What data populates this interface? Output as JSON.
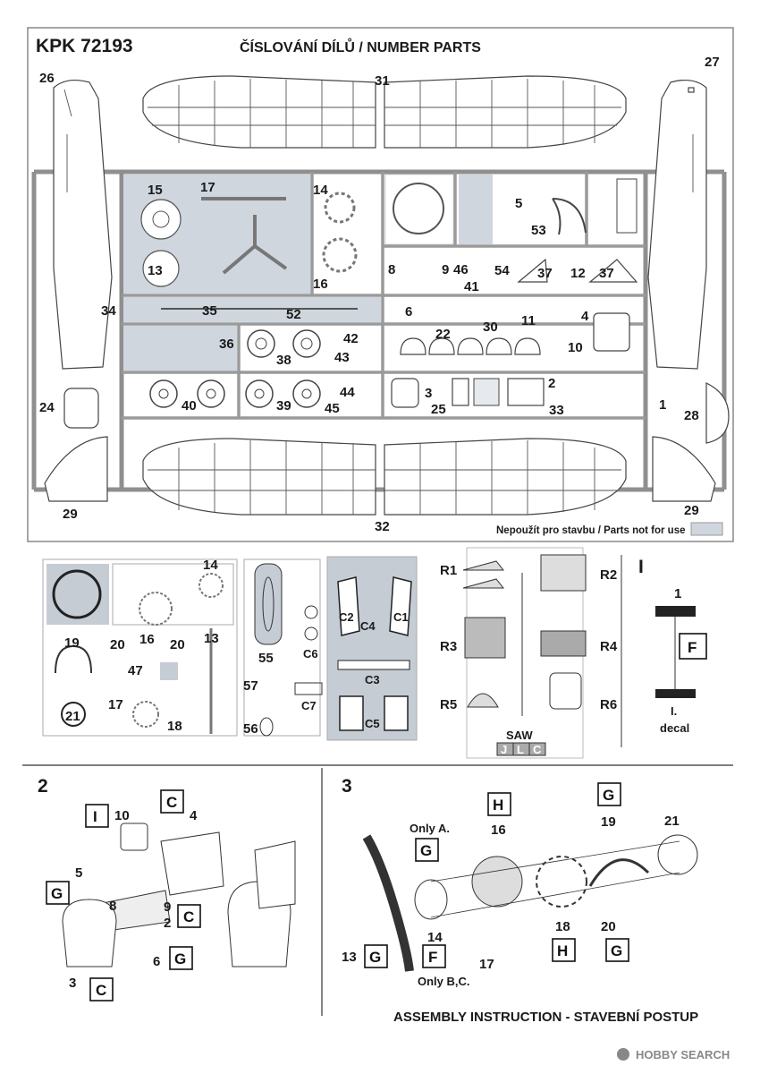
{
  "kit_code": "KPK 72193",
  "title": "ČÍSLOVÁNÍ DÍLŮ / NUMBER PARTS",
  "legend_text": "Nepoužít pro stavbu / Parts not for use",
  "legend_color": "#cfd6de",
  "sprue_numbers": {
    "n1": "1",
    "n2": "2",
    "n3": "3",
    "n4": "4",
    "n5": "5",
    "n6": "6",
    "n8": "8",
    "n9": "9",
    "n10": "10",
    "n11": "11",
    "n12": "12",
    "n13": "13",
    "n14": "14",
    "n15": "15",
    "n16": "16",
    "n17": "17",
    "n22": "22",
    "n24": "24",
    "n25": "25",
    "n26": "26",
    "n27": "27",
    "n28": "28",
    "n29a": "29",
    "n29b": "29",
    "n30": "30",
    "n31": "31",
    "n32": "32",
    "n33": "33",
    "n34": "34",
    "n35": "35",
    "n36": "36",
    "n37a": "37",
    "n37b": "37",
    "n38": "38",
    "n39": "39",
    "n40": "40",
    "n41": "41",
    "n42": "42",
    "n43": "43",
    "n44": "44",
    "n45": "45",
    "n46": "46",
    "n52": "52",
    "n53": "53",
    "n54": "54"
  },
  "resin_numbers": {
    "r14": "14",
    "r16": "16",
    "r17": "17",
    "r18": "18",
    "r19": "19",
    "r20a": "20",
    "r20b": "20",
    "r13": "13",
    "r21": "21",
    "r47": "47",
    "r55": "55",
    "r56": "56",
    "r57": "57",
    "c1": "C1",
    "c2": "C2",
    "c3": "C3",
    "c4": "C4",
    "c5": "C5",
    "c6": "C6",
    "c7": "C7"
  },
  "resin_parts": {
    "r1": "R1",
    "r2": "R2",
    "r3": "R3",
    "r4": "R4",
    "r5": "R5",
    "r6": "R6",
    "saw": "SAW",
    "saw_j": "J",
    "saw_l": "L",
    "saw_c": "C"
  },
  "decal": {
    "letter": "I",
    "num": "1",
    "box": "F",
    "caption1": "I.",
    "caption2": "decal"
  },
  "step2": {
    "step": "2",
    "labels": {
      "n10": "10",
      "n4": "4",
      "n5": "5",
      "n8": "8",
      "n9": "9",
      "n2": "2",
      "n6": "6",
      "n3": "3"
    },
    "boxes": {
      "b1": "I",
      "b2": "C",
      "b3": "G",
      "b4": "C",
      "b5": "G",
      "b6": "C"
    }
  },
  "step3": {
    "step": "3",
    "only_a": "Only A.",
    "only_bc": "Only B,C.",
    "labels": {
      "n16": "16",
      "n19": "19",
      "n21": "21",
      "n14": "14",
      "n18": "18",
      "n20": "20",
      "n13": "13",
      "n17": "17"
    },
    "boxes": {
      "b1": "H",
      "b2": "G",
      "b3": "G",
      "b4": "G",
      "b5": "F",
      "b6": "H",
      "b7": "G"
    }
  },
  "footer": "ASSEMBLY INSTRUCTION - STAVEBNÍ POSTUP",
  "watermark": "HOBBY SEARCH"
}
